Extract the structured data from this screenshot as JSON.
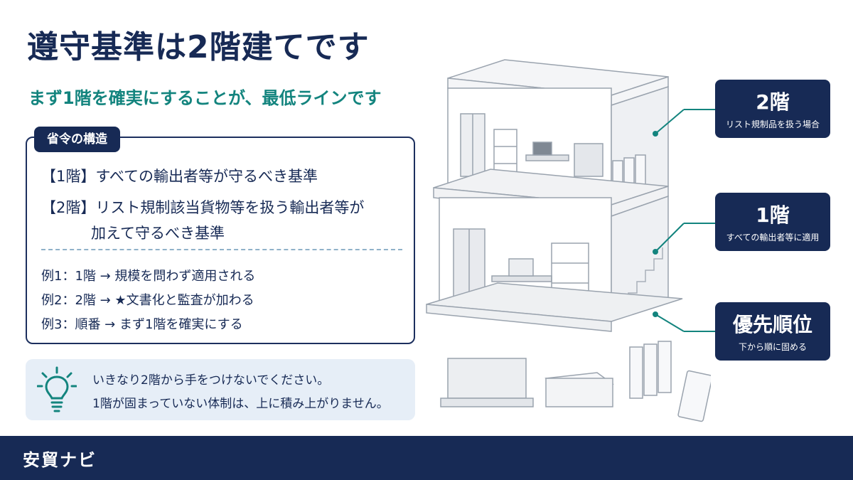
{
  "header": {
    "title": "遵守基準は2階建てです",
    "subtitle": "まず1階を確実にすることが、最低ラインです"
  },
  "structure": {
    "tab_label": "省令の構造",
    "floor1": "【1階】すべての輸出者等が守るべき基準",
    "floor2_line1": "【2階】リスト規制該当貨物等を扱う輸出者等が",
    "floor2_line2": "加えて守るべき基準",
    "examples": [
      "例1：1階 → 規模を問わず適用される",
      "例2：2階 → ★文書化と監査が加わる",
      "例3：順番 → まず1階を確実にする"
    ]
  },
  "tip": {
    "line1": "いきなり2階から手をつけないでください。",
    "line2": "1階が固まっていない体制は、上に積み上がりません。",
    "icon": "lightbulb-icon"
  },
  "labels": {
    "floor2": {
      "title": "2階",
      "caption": "リスト規制品を扱う場合"
    },
    "floor1": {
      "title": "1階",
      "caption": "すべての輸出者等に適用"
    },
    "priority": {
      "title": "優先順位",
      "caption": "下から順に固める"
    }
  },
  "footer": {
    "brand": "安貿ナビ"
  },
  "colors": {
    "navy": "#172a55",
    "teal": "#13847e",
    "tip_bg": "#e6eef7"
  }
}
